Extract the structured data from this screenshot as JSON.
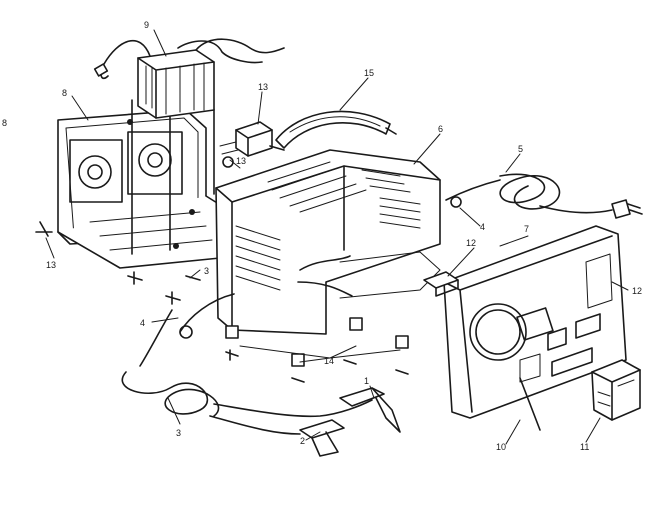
{
  "labels": {
    "l1": "1",
    "l2": "2",
    "l3": "3",
    "l4a": "4",
    "l4b": "4",
    "l5": "5",
    "l6": "6",
    "l7": "7",
    "l8a": "8",
    "l8b": "8",
    "l9": "9",
    "l10": "10",
    "l11": "11",
    "l12a": "12",
    "l12b": "12",
    "l13a": "13",
    "l13b": "13",
    "l13c": "13",
    "l14": "14",
    "l15": "15",
    "edge": "3"
  }
}
